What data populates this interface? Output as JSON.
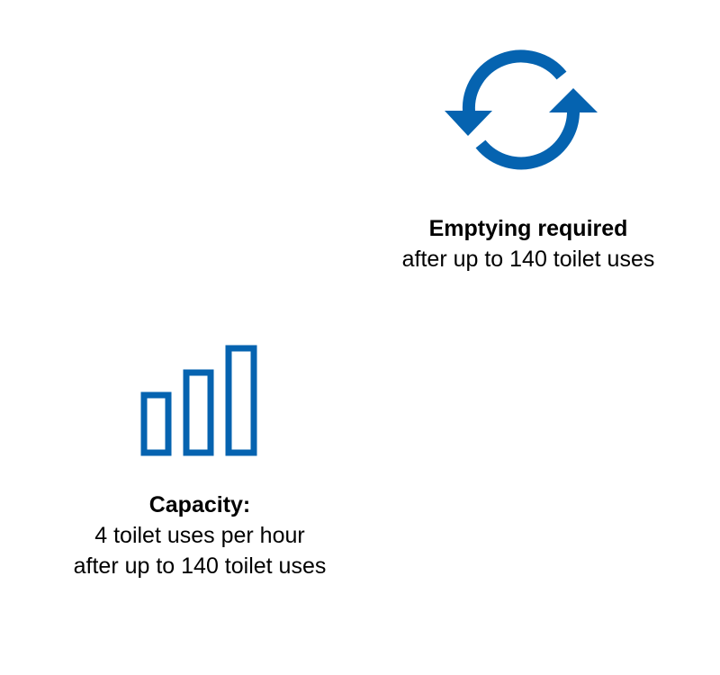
{
  "accent_color": "#0563b0",
  "emptying": {
    "icon": "refresh-icon",
    "title": "Emptying required",
    "line1": "after up to 140 toilet uses"
  },
  "capacity": {
    "icon": "bar-chart-icon",
    "title": "Capacity:",
    "line1": "4 toilet uses per hour",
    "line2": "after up to 140 toilet uses"
  }
}
